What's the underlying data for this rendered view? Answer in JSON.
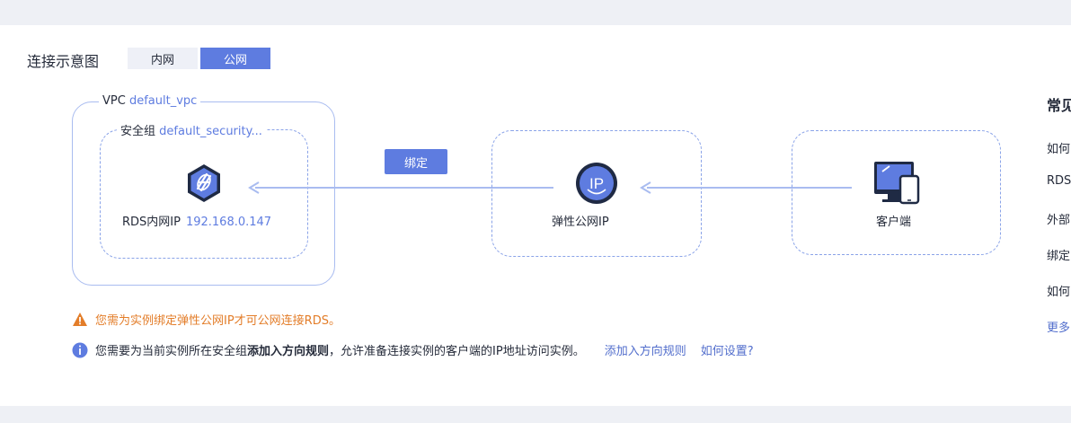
{
  "diagram": {
    "title": "连接示意图",
    "tabs": [
      {
        "label": "内网",
        "active": false
      },
      {
        "label": "公网",
        "active": true
      }
    ],
    "vpc": {
      "prefix": "VPC",
      "value": "default_vpc"
    },
    "security_group": {
      "prefix": "安全组",
      "value": "default_security..."
    },
    "rds": {
      "prefix": "RDS内网IP",
      "value": "192.168.0.147",
      "icon": "database-icon"
    },
    "bind_label": "绑定",
    "eip": {
      "label": "弹性公网IP",
      "icon_text": "IP"
    },
    "client": {
      "label": "客户端",
      "icon": "monitor-phone-icon"
    }
  },
  "notices": {
    "warning": "您需为实例绑定弹性公网IP才可公网连接RDS。",
    "info_pre": "您需要为当前实例所在安全组",
    "info_bold": "添加入方向规则",
    "info_post": "，允许准备连接实例的客户端的IP地址访问实例。",
    "link_add_rule": "添加入方向规则",
    "link_how": "如何设置?"
  },
  "faq": {
    "title": "常见",
    "items": [
      "如何",
      "RDS",
      "外部",
      "绑定",
      "如何"
    ],
    "more": "更多"
  },
  "colors": {
    "accent": "#5e7ce0",
    "border": "#a9bcf0",
    "warning": "#e37d29",
    "link": "#526ecc"
  }
}
